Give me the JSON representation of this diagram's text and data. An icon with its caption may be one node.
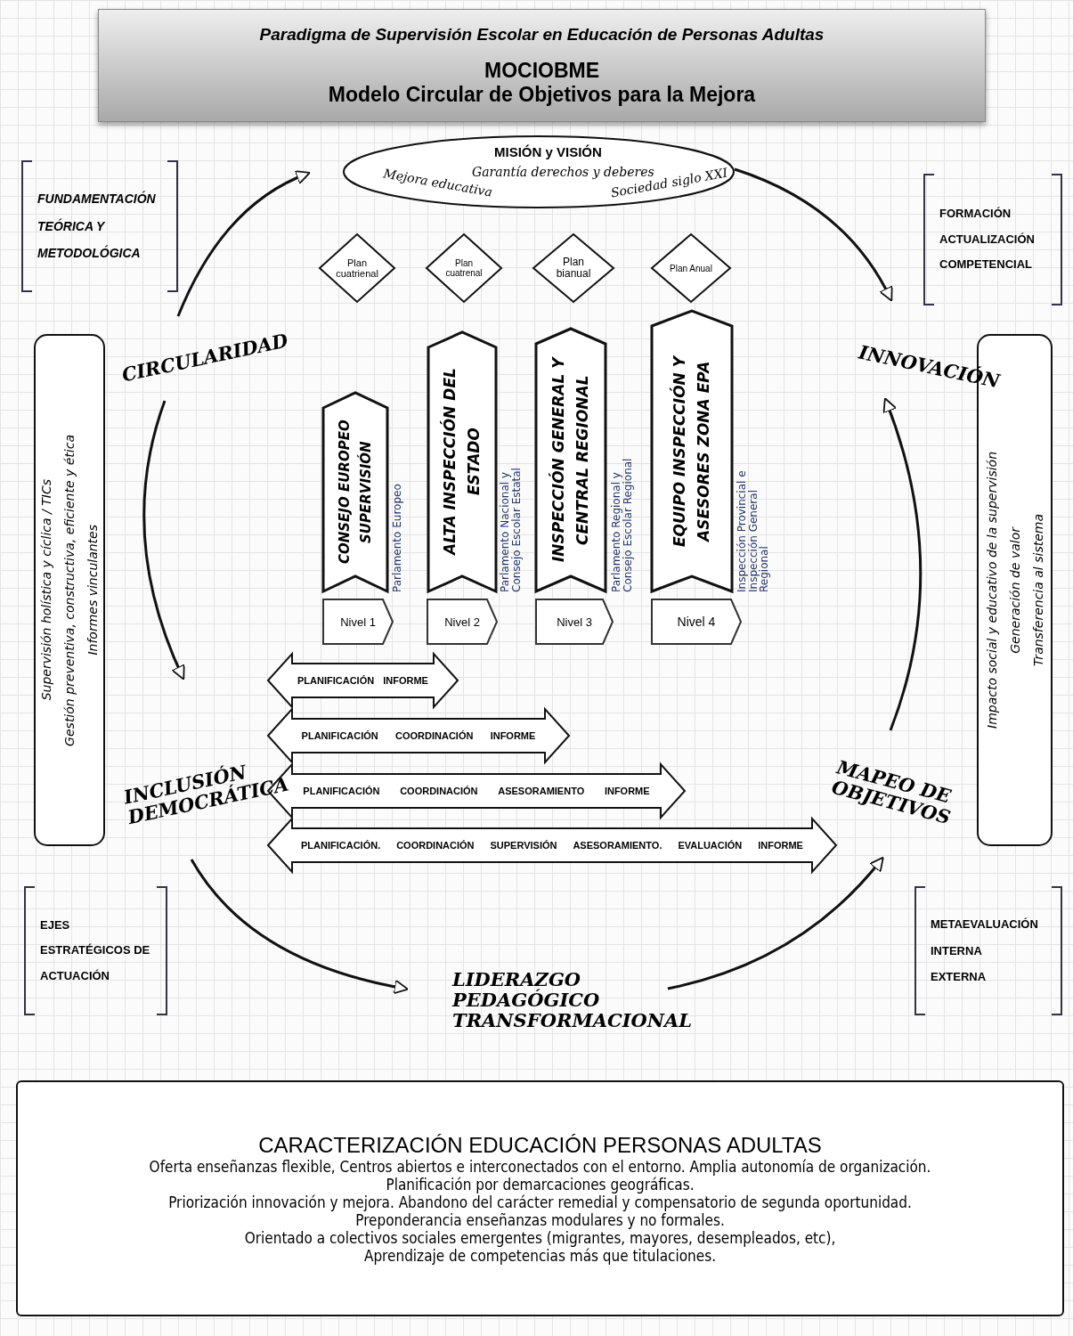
{
  "diagram": {
    "nodes": [
      {
        "text": [
          "Paradigma de Supervisión Escolar en Educación de Personas Adultas",
          "MOCIOBME",
          "Modelo Circular de Objetivos para la Mejora"
        ]
      },
      {
        "text": [
          "MISIÓN y VISIÓN",
          "Garantía derechos y deberes",
          "Mejora educativa",
          "Sociedad siglo XXI"
        ]
      },
      {
        "text": [
          "Plan cuatrienal"
        ]
      },
      {
        "text": [
          "Plan cuatrenal"
        ]
      },
      {
        "text": [
          "Plan bianual"
        ]
      },
      {
        "text": [
          "Plan Anual"
        ]
      },
      {
        "text": [
          "FUNDAMENTACIÓN TEÓRICA Y METODOLÓGICA"
        ]
      },
      {
        "text": [
          "FORMACIÓN",
          "ACTUALIZACIÓN COMPETENCIAL"
        ]
      },
      {
        "text": [
          "Supervisión holística y cíclica / TICs",
          "Gestión preventiva, constructiva, eficiente y ética",
          "Informes vinculantes"
        ]
      },
      {
        "text": [
          "CONSEJO EUROPEO SUPERVISIÓN"
        ],
        "beside": [
          "Parlamento Europeo"
        ]
      },
      {
        "text": [
          "ALTA INSPECCIÓN DEL ESTADO"
        ],
        "beside": [
          "Parlamento Nacional y Consejo Escolar Estatal"
        ]
      },
      {
        "text": [
          "INSPECCIÓN GENERAL Y CENTRAL REGIONAL"
        ],
        "beside": [
          "Parlamento Regional y Consejo Escolar Regional"
        ]
      },
      {
        "text": [
          "EQUIPO INSPECCIÓN Y ASESORES ZONA EPA"
        ],
        "beside": [
          "Inspección Provincial e Inspección General Regional"
        ]
      },
      {
        "text": [
          "Nivel 1"
        ]
      },
      {
        "text": [
          "Nivel 2"
        ]
      },
      {
        "text": [
          "Nivel 3"
        ]
      },
      {
        "text": [
          "Nivel 4"
        ]
      },
      {
        "text": [
          "Impacto social y educativo de la supervisión",
          "Generación de valor",
          "Transferencia al sistema"
        ]
      },
      {
        "text": [
          "PLANIFICACIÓN",
          "INFORME"
        ]
      },
      {
        "text": [
          "PLANIFICACIÓN",
          "COORDINACIÓN",
          "INFORME"
        ]
      },
      {
        "text": [
          "PLANIFICACIÓN",
          "COORDINACIÓN",
          "ASESORAMIENTO",
          "INFORME"
        ]
      },
      {
        "text": [
          "PLANIFICACIÓN.",
          "COORDINACIÓN",
          "SUPERVISIÓN",
          "ASESORAMIENTO.",
          "EVALUACIÓN",
          "INFORME"
        ]
      },
      {
        "text": [
          "EJES ESTRATÉGICOS DE ACTUACIÓN"
        ]
      },
      {
        "text": [
          "METAEVALUACIÓN",
          "INTERNA",
          "EXTERNA"
        ]
      },
      {
        "text": [
          "CARACTERIZACIÓN EDUCACIÓN PERSONAS ADULTAS",
          "Oferta enseñanzas flexible, Centros abiertos e interconectados con el entorno. Amplia autonomía de organización.",
          "Planificación por demarcaciones geográficas.",
          "Priorización innovación y mejora. Abandono del carácter remedial y compensatorio de segunda oportunidad.",
          "Preponderancia enseñanzas modulares y no formales.",
          "Orientado a colectivos sociales emergentes (migrantes, mayores, desempleados, etc),",
          "Aprendizaje de competencias más que titulaciones."
        ]
      }
    ],
    "labels": [
      "CIRCULARIDAD",
      "INNOVACIÓN",
      "INCLUSIÓN DEMOCRÁTICA",
      "MAPEO DE OBJETIVOS",
      "LIDERAZGO PEDAGÓGICO TRANSFORMACIONAL"
    ]
  }
}
